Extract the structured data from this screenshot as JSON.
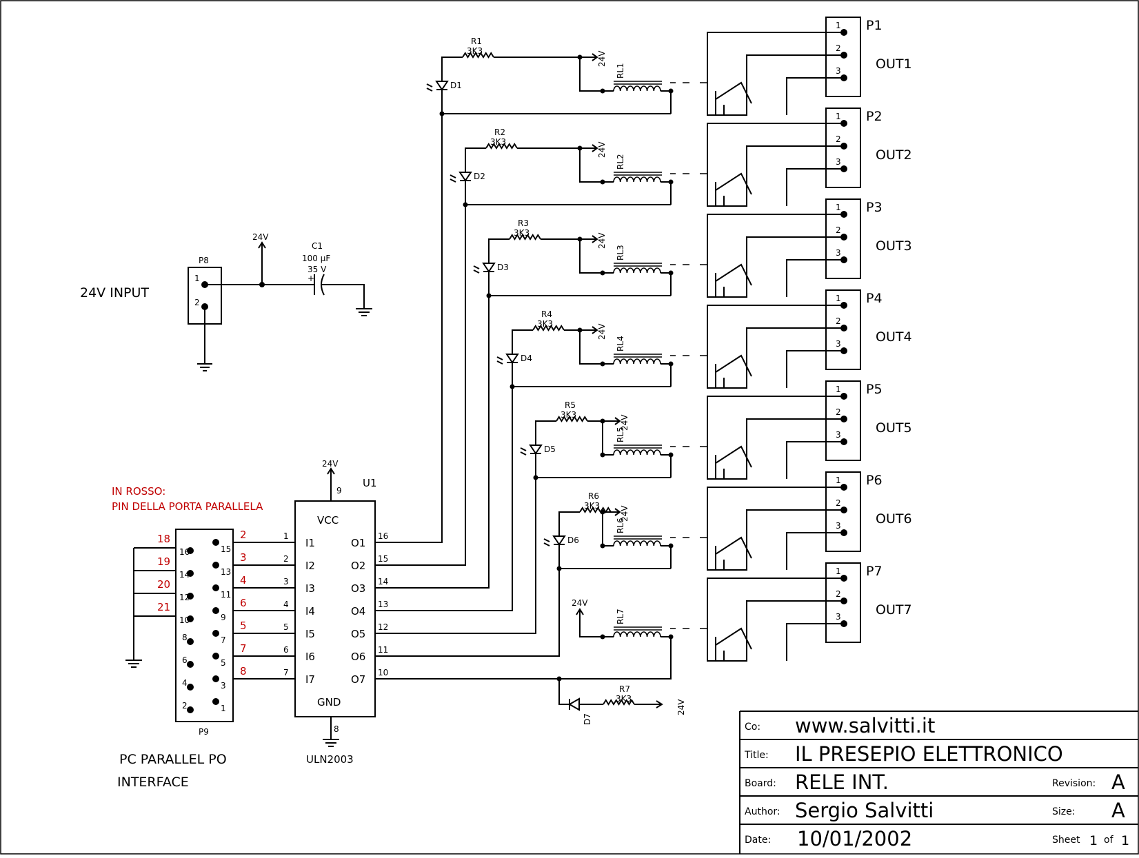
{
  "colors": {
    "ink": "#000000",
    "note": "#c00000",
    "paper": "#ffffff"
  },
  "power": {
    "label": "24V"
  },
  "input_connector": {
    "ref": "P8",
    "caption": "24V INPUT",
    "pins": [
      "1",
      "2"
    ]
  },
  "capacitor": {
    "ref": "C1",
    "value": "100 μF",
    "voltage": "35 V",
    "polarity": "+"
  },
  "ic": {
    "ref": "U1",
    "part": "ULN2003",
    "vcc": "VCC",
    "gnd": "GND",
    "vcc_pin": "9",
    "gnd_pin": "8",
    "inputs": [
      {
        "name": "I1",
        "pin": "1"
      },
      {
        "name": "I2",
        "pin": "2"
      },
      {
        "name": "I3",
        "pin": "3"
      },
      {
        "name": "I4",
        "pin": "4"
      },
      {
        "name": "I5",
        "pin": "5"
      },
      {
        "name": "I6",
        "pin": "6"
      },
      {
        "name": "I7",
        "pin": "7"
      }
    ],
    "outputs": [
      {
        "name": "O1",
        "pin": "16"
      },
      {
        "name": "O2",
        "pin": "15"
      },
      {
        "name": "O3",
        "pin": "14"
      },
      {
        "name": "O4",
        "pin": "13"
      },
      {
        "name": "O5",
        "pin": "12"
      },
      {
        "name": "O6",
        "pin": "11"
      },
      {
        "name": "O7",
        "pin": "10"
      }
    ]
  },
  "parallel": {
    "ref": "P9",
    "caption1": "PC PARALLEL PO",
    "caption2": "INTERFACE",
    "note1": "IN ROSSO:",
    "note2": "PIN DELLA PORTA PARALLELA",
    "left_pins": [
      "16",
      "14",
      "12",
      "10",
      "8",
      "6",
      "4",
      "2"
    ],
    "right_pins": [
      "15",
      "13",
      "11",
      "9",
      "7",
      "5",
      "3",
      "1"
    ],
    "gnd_port_pins": [
      "18",
      "19",
      "20",
      "21"
    ],
    "data_port_pins": [
      "2",
      "3",
      "4",
      "6",
      "5",
      "7",
      "8"
    ]
  },
  "channels": [
    {
      "r": "R1",
      "rv": "3K3",
      "d": "D1",
      "rl": "RL1",
      "p": "P1",
      "out": "OUT1"
    },
    {
      "r": "R2",
      "rv": "3K3",
      "d": "D2",
      "rl": "RL2",
      "p": "P2",
      "out": "OUT2"
    },
    {
      "r": "R3",
      "rv": "3K3",
      "d": "D3",
      "rl": "RL3",
      "p": "P3",
      "out": "OUT3"
    },
    {
      "r": "R4",
      "rv": "3K3",
      "d": "D4",
      "rl": "RL4",
      "p": "P4",
      "out": "OUT4"
    },
    {
      "r": "R5",
      "rv": "3K3",
      "d": "D5",
      "rl": "RL5",
      "p": "P5",
      "out": "OUT5"
    },
    {
      "r": "R6",
      "rv": "3K3",
      "d": "D6",
      "rl": "RL6",
      "p": "P6",
      "out": "OUT6"
    },
    {
      "r": "R7",
      "rv": "3K3",
      "d": "D7",
      "rl": "RL7",
      "p": "P7",
      "out": "OUT7"
    }
  ],
  "connector_pins": [
    "1",
    "2",
    "3"
  ],
  "title_block": {
    "co_label": "Co:",
    "co": "www.salvitti.it",
    "title_label": "Title:",
    "title": "IL PRESEPIO ELETTRONICO",
    "board_label": "Board:",
    "board": "RELE INT.",
    "revision_label": "Revision:",
    "revision": "A",
    "author_label": "Author:",
    "author": "Sergio Salvitti",
    "size_label": "Size:",
    "size": "A",
    "date_label": "Date:",
    "date": "10/01/2002",
    "sheet_label": "Sheet",
    "sheet": "1",
    "of_label": "of",
    "sheets": "1"
  }
}
